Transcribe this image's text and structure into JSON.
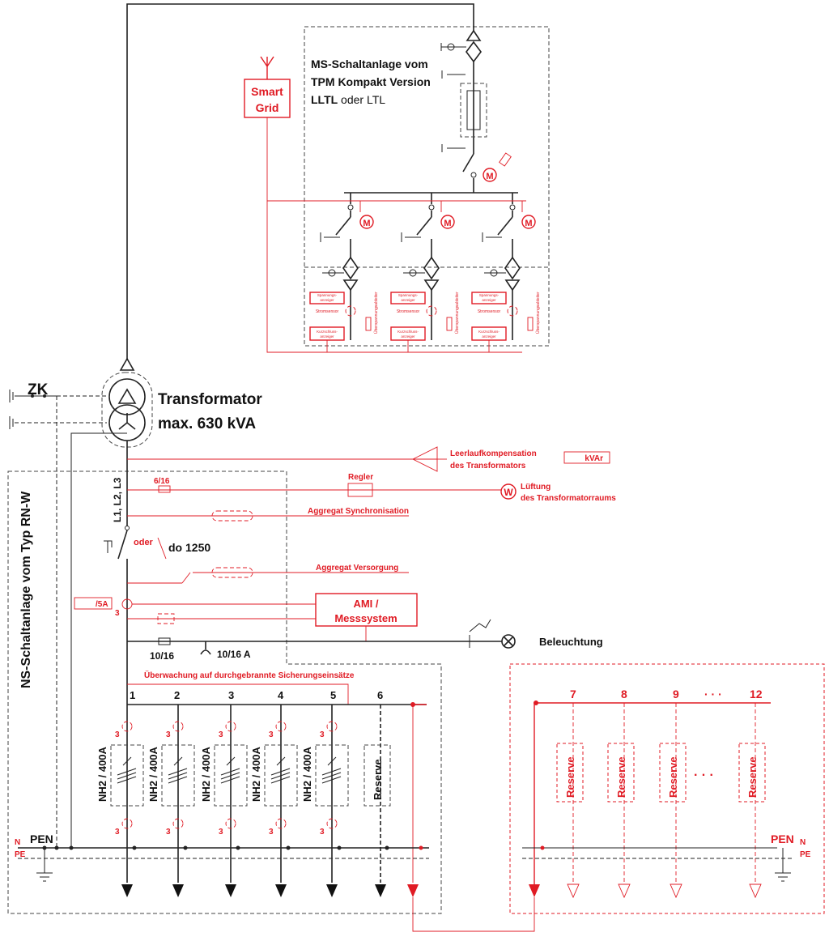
{
  "colors": {
    "black": "#222222",
    "red": "#e01b24",
    "background": "#ffffff"
  },
  "mv": {
    "title_line1": "MS-Schaltanlage vom",
    "title_line2": "TPM Kompakt Version",
    "title_line3a": "LLTL",
    "title_line3b": " oder LTL",
    "motor": "M",
    "voltage_detector": "Spannungs-anzeiger",
    "current_sensor": "Stromsensor",
    "short_circuit": "Kurzschluss-anzeiger",
    "surge": "Überspannungsableiter"
  },
  "smart_grid": {
    "line1": "Smart",
    "line2": "Grid"
  },
  "zk": "ZK",
  "transformer": {
    "line1": "Transformator",
    "line2": "max. 630 kVA"
  },
  "controls": {
    "idle_comp_1": "Leerlaufkompensation",
    "idle_comp_2": "des Transformators",
    "kvar": "kVAr",
    "regler": "Regler",
    "fan_symbol": "W",
    "ventilation_1": "Lüftung",
    "ventilation_2": "des Transformatorraums",
    "fuse_6_16": "6/16",
    "phases": "L1, L2, L3",
    "agg_sync": "Aggregat Synchronisation",
    "oder": "oder",
    "do_1250": "do 1250",
    "agg_supply": "Aggregat Versorgung",
    "ct_ratio": "/5A",
    "three": "3",
    "ami_1": "AMI /",
    "ami_2": "Messsystem",
    "fuse_10_16": "10/16",
    "mcb_10_16": "10/16 A",
    "lighting": "Beleuchtung",
    "monitoring": "Überwachung auf durchgebrannte Sicherungseinsätze"
  },
  "lv": {
    "title": "NS-Schaltanlage vom Typ RN-W"
  },
  "feeders": {
    "numbers": [
      "1",
      "2",
      "3",
      "4",
      "5",
      "6"
    ],
    "fuse_label": "NH2 / 400A",
    "reserve": "Reserve"
  },
  "extension": {
    "numbers": [
      "7",
      "8",
      "9",
      "12"
    ],
    "ellipsis": "· · ·",
    "reserve": "Reserve"
  },
  "earth": {
    "pen": "PEN",
    "n": "N",
    "pe": "PE"
  }
}
